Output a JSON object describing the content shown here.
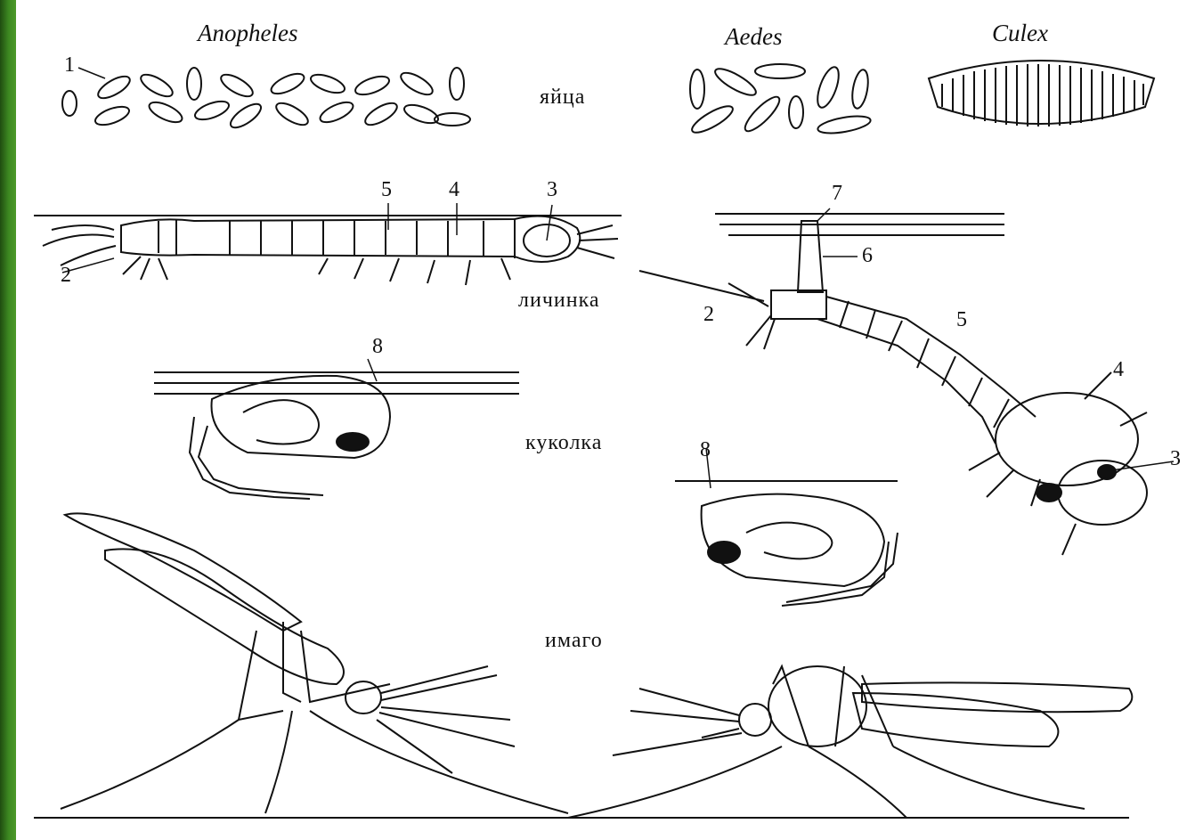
{
  "genera": {
    "anopheles": "Anopheles",
    "aedes": "Aedes",
    "culex": "Culex"
  },
  "stages": {
    "eggs": "яйца",
    "larva": "личинка",
    "pupa": "куколка",
    "adult": "имаго"
  },
  "callouts": {
    "n1": "1",
    "larva_a": {
      "n2": "2",
      "n3": "3",
      "n4": "4",
      "n5": "5"
    },
    "larva_c": {
      "n2": "2",
      "n3": "3",
      "n4": "4",
      "n5": "5",
      "n6": "6",
      "n7": "7"
    },
    "pupa_a": {
      "n8": "8"
    },
    "pupa_c": {
      "n8": "8"
    }
  },
  "colors": {
    "frame": "#3e8a22",
    "ink": "#111111",
    "paper": "#ffffff"
  }
}
